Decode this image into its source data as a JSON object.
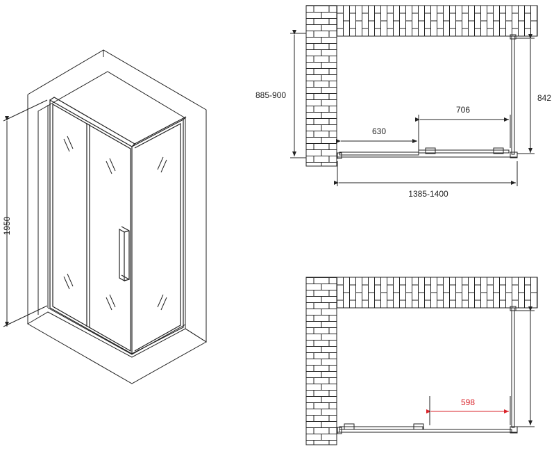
{
  "iso": {
    "height_label": "1950"
  },
  "plan_top": {
    "depth_label": "885-900",
    "side_label": "842",
    "width_label": "1385-1400",
    "door_label": "630",
    "fixed_label": "706"
  },
  "plan_bottom": {
    "opening_label": "598"
  },
  "colors": {
    "line": "#222222",
    "accent": "#d9232a",
    "background": "#ffffff"
  }
}
